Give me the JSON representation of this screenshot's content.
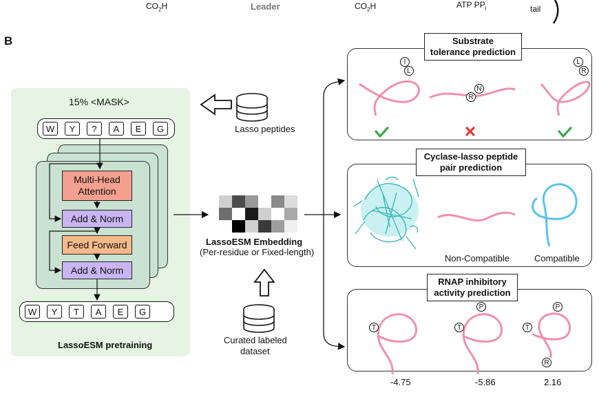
{
  "top_strip": {
    "co2h_left": "CO",
    "co2h_left_sub": "2",
    "co2h_left_end": "H",
    "leader": "Leader",
    "co2h_right": "CO",
    "co2h_right_sub": "2",
    "co2h_right_end": "H",
    "atp": "ATP PP",
    "atp_sub": "i",
    "tail": "tail"
  },
  "panel_label": "B",
  "pretraining": {
    "mask_label": "15% <MASK>",
    "input_tokens": [
      "W",
      "Y",
      "?",
      "A",
      "E",
      "G"
    ],
    "output_tokens": [
      "W",
      "Y",
      "T",
      "A",
      "E",
      "G"
    ],
    "blocks": {
      "attention_line1": "Multi-Head",
      "attention_line2": "Attention",
      "add_norm_1": "Add & Norm",
      "feed_forward": "Feed Forward",
      "add_norm_2": "Add & Norm"
    },
    "title": "LassoESM pretraining",
    "colors": {
      "panel_bg": "#e6f5e3",
      "stack_bg": "#c9e2d2",
      "attention": "#f4a090",
      "feed_forward": "#f6b98a",
      "add_norm": "#c8b5f2"
    }
  },
  "lasso_peptides_label": "Lasso peptides",
  "embedding": {
    "title": "LassoESM Embedding",
    "subtitle": "(Per-residue or Fixed-length)",
    "grid_shades": [
      "#cfcfcf",
      "#4c4c4c",
      "#9a9a9a",
      "#ffffff",
      "#8a8a8a",
      "#dcdcdc",
      "#6e6e6e",
      "#ffffff",
      "#1a1a1a",
      "#cfcfcf",
      "#ffffff",
      "#a8a8a8",
      "#ffffff",
      "#000000",
      "#d0d0d0",
      "#3a3a3a",
      "#9e9e9e",
      "#f0f0f0"
    ]
  },
  "curated_label_line1": "Curated labeled",
  "curated_label_line2": "dataset",
  "substrate_panel": {
    "title_line1": "Substrate",
    "title_line2": "tolerance prediction",
    "residues_1": [
      "I",
      "L"
    ],
    "residues_2": [
      "R",
      "N"
    ],
    "residues_3": [
      "L",
      "R"
    ],
    "marks": [
      "check",
      "cross",
      "check"
    ]
  },
  "cyclase_panel": {
    "title_line1": "Cyclase-lasso peptide",
    "title_line2": "pair prediction",
    "non_compatible": "Non-Compatible",
    "compatible": "Compatible"
  },
  "rnap_panel": {
    "title_line1": "RNAP inhibitory",
    "title_line2": "activity prediction",
    "values": [
      "-4.75",
      "-5.86",
      "2.16"
    ],
    "residues": [
      "T",
      "T",
      "P",
      "T",
      "P",
      "R"
    ]
  },
  "colors": {
    "peptide_pink": "#f08fb2",
    "peptide_blue": "#56c3ee",
    "check_green": "#3aa54a",
    "cross_red": "#e53935",
    "protein_cyan": "#5fd3d3"
  }
}
